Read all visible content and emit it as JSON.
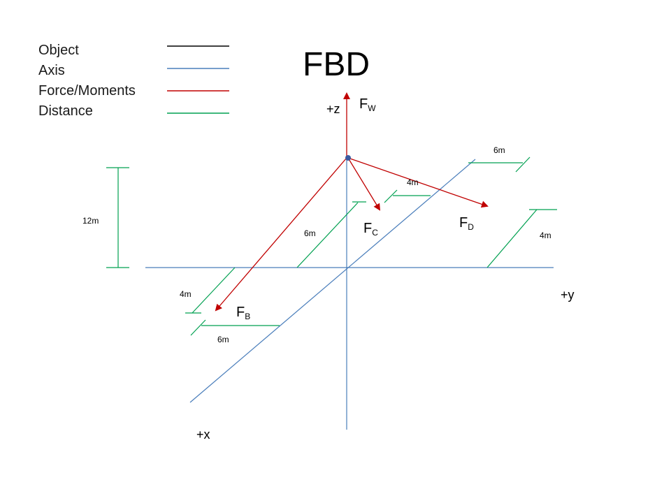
{
  "title": "FBD",
  "legend": {
    "object": {
      "label": "Object",
      "color": "#000000"
    },
    "axis": {
      "label": "Axis",
      "color": "#4a7ebb"
    },
    "force": {
      "label": "Force/Moments",
      "color": "#c00000"
    },
    "distance": {
      "label": "Distance",
      "color": "#00a050"
    }
  },
  "axes": {
    "z": "+z",
    "y": "+y",
    "x": "+x"
  },
  "forces": {
    "w": {
      "main": "F",
      "sub": "W"
    },
    "c": {
      "main": "F",
      "sub": "C"
    },
    "d": {
      "main": "F",
      "sub": "D"
    },
    "b": {
      "main": "F",
      "sub": "B"
    }
  },
  "distances": {
    "top_right": "6m",
    "mid_right": "4m",
    "height": "12m",
    "center": "6m",
    "far_right": "4m",
    "left": "4m",
    "bottom": "6m"
  },
  "colors": {
    "point": "#3b5aa0"
  }
}
